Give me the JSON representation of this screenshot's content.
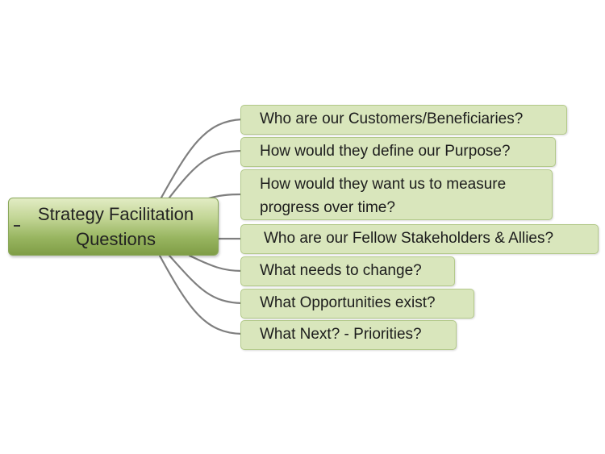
{
  "central_topic": {
    "label_line1": "Strategy Facilitation",
    "label_line2": "Questions",
    "collapse_symbol": "-"
  },
  "subtopics": [
    {
      "label": "Who are our Customers/Beneficiaries?"
    },
    {
      "label": "How would they define our Purpose?"
    },
    {
      "label_line1": "How would they want us to measure",
      "label_line2": "progress over time?"
    },
    {
      "label": "Who are our Fellow Stakeholders & Allies?"
    },
    {
      "label": "What needs to change?"
    },
    {
      "label": "What Opportunities exist?"
    },
    {
      "label": "What Next? - Priorities?"
    }
  ],
  "colors": {
    "topic_fill": "#d9e6bc",
    "topic_border": "#b3c98a",
    "central_gradient_top": "#e2ecc4",
    "central_gradient_bottom": "#7f9d46",
    "connector": "#7f7f7f"
  }
}
